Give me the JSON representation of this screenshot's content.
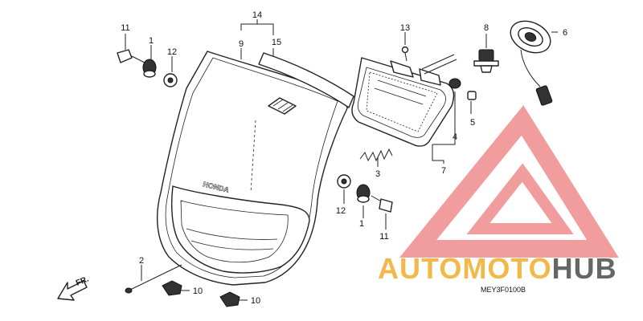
{
  "diagram": {
    "callouts": {
      "c1_top": "1",
      "c1_bottom": "1",
      "c2": "2",
      "c3": "3",
      "c4": "4",
      "c5": "5",
      "c6": "6",
      "c7": "7",
      "c8": "8",
      "c9": "9",
      "c10_left": "10",
      "c10_right": "10",
      "c11_top": "11",
      "c11_bottom": "11",
      "c12_top": "12",
      "c12_bottom": "12",
      "c13": "13",
      "c14": "14",
      "c15": "15"
    },
    "front_arrow_label": "FR.",
    "emblem_text": "HONDA",
    "drawing_code": "MEY3F0100B"
  },
  "watermark": {
    "brand_part1": "AUTOMOTO",
    "brand_part2": "HUB",
    "colors": {
      "triangle": "#f08c8c",
      "brand_part1": "#f3b84a",
      "brand_part2": "#666666"
    }
  }
}
